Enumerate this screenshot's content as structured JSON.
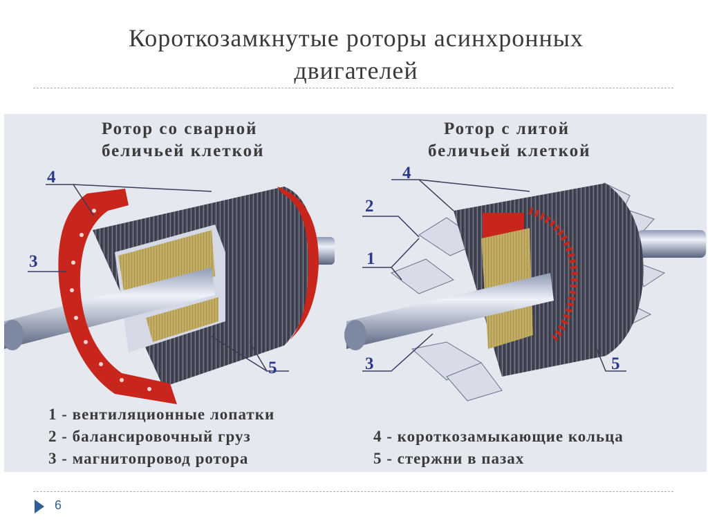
{
  "slide": {
    "title_line1": "Короткозамкнутые роторы асинхронных",
    "title_line2": "двигателей",
    "page_number": "6"
  },
  "figure": {
    "left_heading_line1": "Ротор со сварной",
    "left_heading_line2": "беличьей клеткой",
    "right_heading_line1": "Ротор с литой",
    "right_heading_line2": "беличьей клеткой",
    "callouts": {
      "left_4": "4",
      "left_3": "3",
      "left_5": "5",
      "right_4": "4",
      "right_2": "2",
      "right_1": "1",
      "right_3": "3",
      "right_5": "5"
    },
    "legend": [
      "1 - вентиляционные лопатки",
      "2 - балансировочный груз",
      "3 - магнитопровод ротора",
      "4 - короткозамыкающие кольца",
      "5 - стержни в пазах"
    ],
    "colors": {
      "ring_red": "#c8261d",
      "core_dark": "#2b2d3c",
      "shaft": "#b8c4d8",
      "steel_pack": "#c9b56a",
      "panel": "#e6e8f0"
    }
  }
}
